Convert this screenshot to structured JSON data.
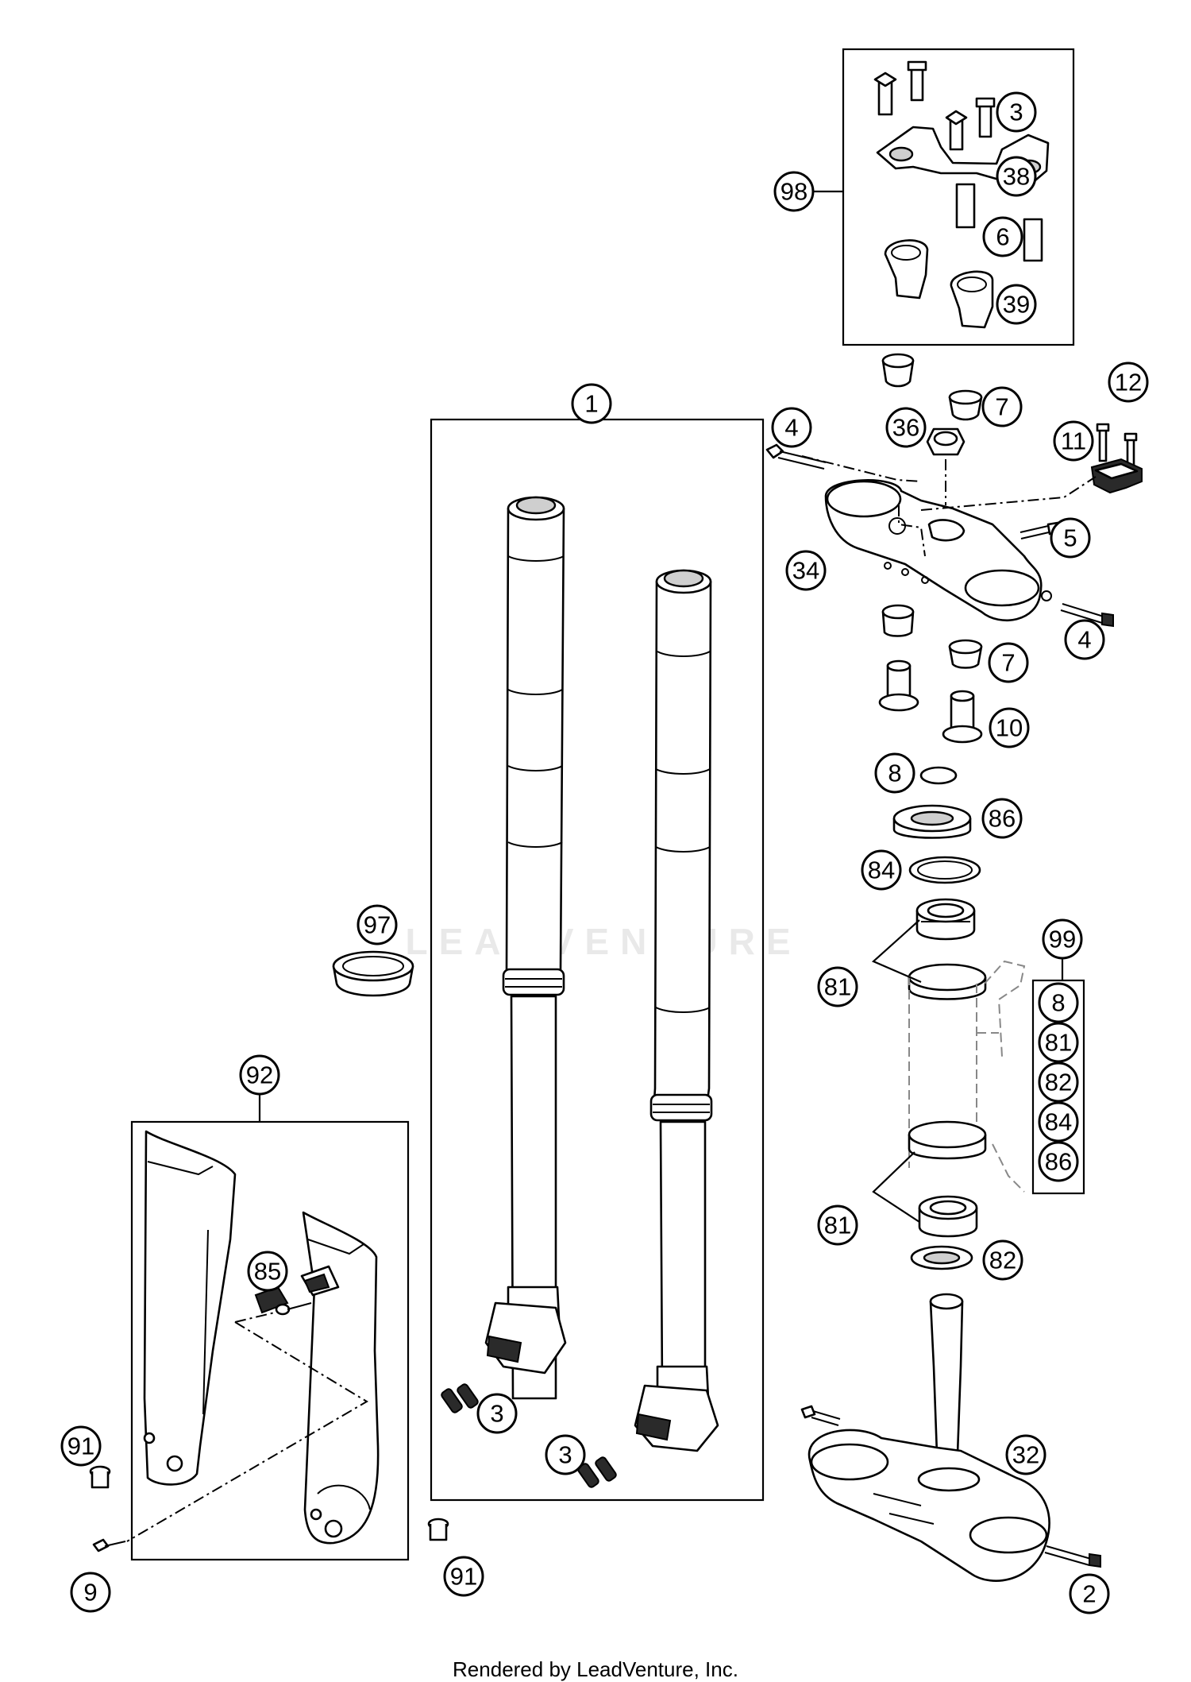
{
  "diagram": {
    "footer": "Rendered by LeadVenture, Inc.",
    "watermark": "LEADVENTURE",
    "callouts": [
      {
        "id": "c98",
        "label": "98"
      },
      {
        "id": "c3a",
        "label": "3"
      },
      {
        "id": "c38",
        "label": "38"
      },
      {
        "id": "c6",
        "label": "6"
      },
      {
        "id": "c39",
        "label": "39"
      },
      {
        "id": "c1",
        "label": "1"
      },
      {
        "id": "c12",
        "label": "12"
      },
      {
        "id": "c7a",
        "label": "7"
      },
      {
        "id": "c4a",
        "label": "4"
      },
      {
        "id": "c36",
        "label": "36"
      },
      {
        "id": "c11",
        "label": "11"
      },
      {
        "id": "c5",
        "label": "5"
      },
      {
        "id": "c34",
        "label": "34"
      },
      {
        "id": "c4b",
        "label": "4"
      },
      {
        "id": "c7b",
        "label": "7"
      },
      {
        "id": "c10",
        "label": "10"
      },
      {
        "id": "c8",
        "label": "8"
      },
      {
        "id": "c86",
        "label": "86"
      },
      {
        "id": "c84",
        "label": "84"
      },
      {
        "id": "c97",
        "label": "97"
      },
      {
        "id": "c99",
        "label": "99"
      },
      {
        "id": "c81a",
        "label": "81"
      },
      {
        "id": "k8",
        "label": "8"
      },
      {
        "id": "k81",
        "label": "81"
      },
      {
        "id": "k82",
        "label": "82"
      },
      {
        "id": "k84",
        "label": "84"
      },
      {
        "id": "k86",
        "label": "86"
      },
      {
        "id": "c92",
        "label": "92"
      },
      {
        "id": "c81b",
        "label": "81"
      },
      {
        "id": "c82",
        "label": "82"
      },
      {
        "id": "c85",
        "label": "85"
      },
      {
        "id": "c3b",
        "label": "3"
      },
      {
        "id": "c3c",
        "label": "3"
      },
      {
        "id": "c32",
        "label": "32"
      },
      {
        "id": "c91a",
        "label": "91"
      },
      {
        "id": "c91b",
        "label": "91"
      },
      {
        "id": "c9",
        "label": "9"
      },
      {
        "id": "c2",
        "label": "2"
      }
    ]
  }
}
